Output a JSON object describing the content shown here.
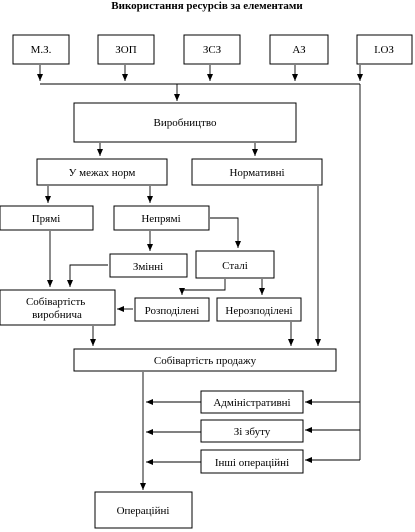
{
  "title": "Використання ресурсів за елементами",
  "resources": [
    "М.З.",
    "ЗОП",
    "ЗСЗ",
    "АЗ",
    "І.ОЗ"
  ],
  "production": "Виробництво",
  "within_norms": "У межах норм",
  "normative": "Нормативні",
  "direct": "Прямі",
  "indirect": "Непрямі",
  "variable": "Змінні",
  "fixed": "Сталі",
  "production_cost": "Собівартість виробнича",
  "allocated": "Розподілені",
  "unallocated": "Нерозподілені",
  "sales_cost": "Собівартість продажу",
  "administrative": "Адміністративні",
  "selling": "Зі збуту",
  "other_operating": "Інші операційні",
  "operating": "Операційні"
}
